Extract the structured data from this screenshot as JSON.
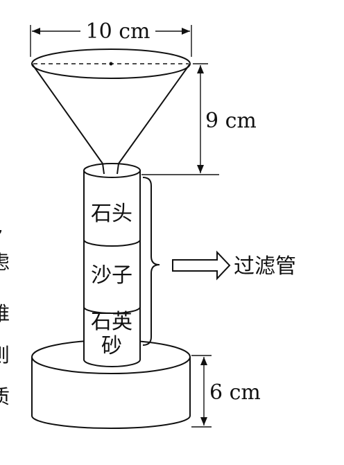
{
  "dimensions": {
    "funnel_top_width": "10 cm",
    "funnel_height": "9 cm",
    "base_height": "6 cm"
  },
  "layers": {
    "top": "石头",
    "middle": "沙子",
    "bottom_line1": "石英",
    "bottom_line2": "砂"
  },
  "tube_label": "过滤管",
  "edge_text": [
    ",",
    "虑",
    "维",
    "则",
    "质"
  ]
}
